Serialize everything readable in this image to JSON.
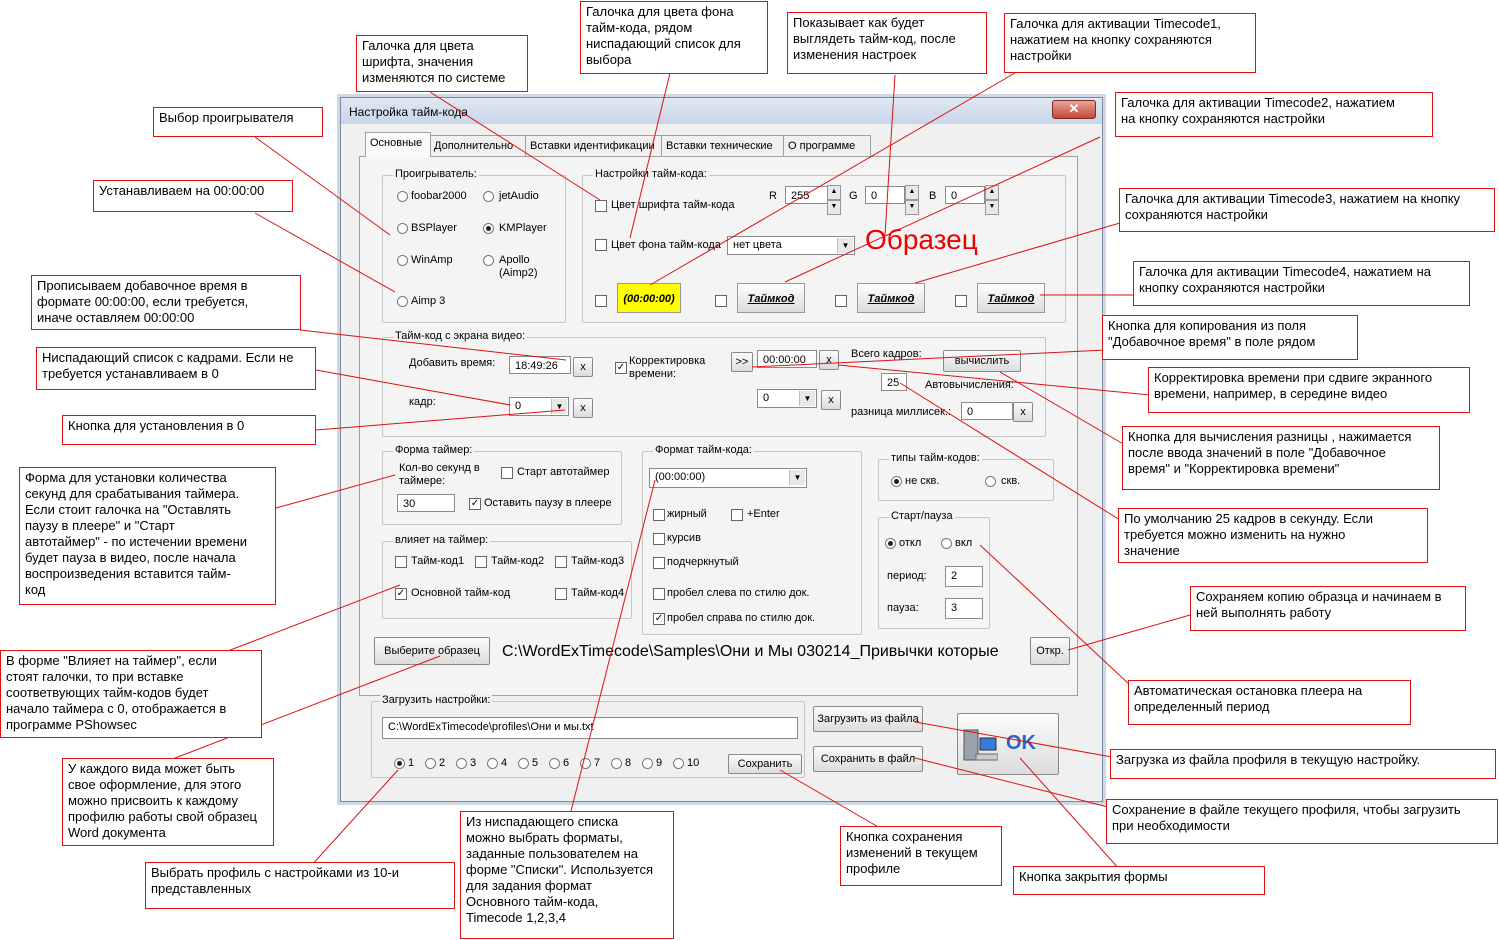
{
  "window": {
    "title": "Настройка тайм-кода",
    "close_label": "✕"
  },
  "tabs": [
    "Основные",
    "Дополнительно",
    "Вставки идентификации",
    "Вставки технические",
    "О программе"
  ],
  "player": {
    "group_label": "Проигрыватель:",
    "options": [
      "foobar2000",
      "jetAudio",
      "BSPlayer",
      "KMPlayer",
      "WinAmp",
      "Apollo\n(Aimp2)",
      "Aimp 3"
    ],
    "selected": "KMPlayer"
  },
  "timecode_settings": {
    "group_label": "Настройки тайм-кода:",
    "font_color_label": "Цвет шрифта тайм-кода",
    "bg_color_label": "Цвет фона тайм-кода",
    "bg_color_value": "нет цвета",
    "r_label": "R",
    "r_value": "255",
    "g_label": "G",
    "g_value": "0",
    "b_label": "B",
    "b_value": "0",
    "sample_label": "Образец",
    "tc_buttons": [
      "(00:00:00)",
      "Таймкод",
      "Таймкод",
      "Таймкод"
    ]
  },
  "screen_timecode": {
    "group_label": "Тайм-код с экрана видео:",
    "add_time_label": "Добавить время:",
    "add_time_value": "18:49:26",
    "frame_label": "кадр:",
    "frame_value": "0",
    "correction_label": "Корректировка\nвремени:",
    "copy_button": ">>",
    "correction_value": "00:00:00",
    "total_frames_label": "Всего кадров:",
    "total_frames_value": "25",
    "calc_button": "вычислить",
    "auto_calc_label": "Автовычисления:",
    "diff_ms_label": "разница миллисек.:",
    "diff_ms_value": "0",
    "combo2_value": "0",
    "clear_label": "x"
  },
  "timer_form": {
    "group_label": "Форма таймер:",
    "seconds_label": "Кол-во секунд в\nтаймере:",
    "seconds_value": "30",
    "autostart_label": "Старт автотаймер",
    "keep_pause_label": "Оставить паузу в плеере"
  },
  "affects_timer": {
    "group_label": "влияет на таймер:",
    "items": [
      "Тайм-код1",
      "Тайм-код2",
      "Тайм-код3",
      "Основной тайм-код",
      "Тайм-код4"
    ]
  },
  "format": {
    "group_label": "Формат тайм-кода:",
    "value": "(00:00:00)",
    "bold": "жирный",
    "enter": "+Enter",
    "italic": "курсив",
    "underline": "подчеркнутый",
    "space_left": "пробел слева по стилю док.",
    "space_right": "пробел справа по стилю док."
  },
  "types": {
    "group_label": "типы тайм-кодов:",
    "not_cont": "не скв.",
    "cont": "скв."
  },
  "startpause": {
    "group_label": "Старт/пауза",
    "off": "откл",
    "on": "вкл",
    "period_label": "период:",
    "period_value": "2",
    "pause_label": "пауза:",
    "pause_value": "3"
  },
  "sample": {
    "button": "Выберите образец",
    "path": "C:\\WordExTimecode\\Samples\\Они и Мы 030214_Привычки которые",
    "open_button": "Откр."
  },
  "load": {
    "group_label": "Загрузить настройки:",
    "path": "C:\\WordExTimecode\\profiles\\Они и мы.txt",
    "profiles": [
      "1",
      "2",
      "3",
      "4",
      "5",
      "6",
      "7",
      "8",
      "9",
      "10"
    ],
    "save_button": "Сохранить",
    "load_file_button": "Загрузить из файла",
    "save_file_button": "Сохранить в файл",
    "ok_label": "OK"
  },
  "annotations": {
    "a1": "Галочка для цвета\nшрифта, значения\nизменяются по системе",
    "a2": "Галочка для цвета фона\nтайм-кода, рядом\nниспадающий список для\nвыбора",
    "a3": "Показывает как будет\nвыглядеть тайм-код, после\nизменения настроек",
    "a4": "Галочка для активации Timecode1,\nнажатием на кнопку сохраняются\nнастройки",
    "a5": "Галочка для активации Timecode2, нажатием\nна кнопку сохраняются настройки",
    "a6": "Выбор проигрывателя",
    "a7": "Устанавливаем на 00:00:00",
    "a8": "Галочка для активации Timecode3, нажатием на кнопку\nсохраняются настройки",
    "a9": "Галочка для активации Timecode4, нажатием на\nкнопку сохраняются настройки",
    "a10": "Прописываем добавочное время в\nформате 00:00:00, если требуется,\nиначе оставляем 00:00:00",
    "a11": "Кнопка для копирования из поля\n\"Добавочное время\" в поле рядом",
    "a12": "Ниспадающий список с кадрами. Если не\nтребуется устанавливаем в 0",
    "a13": "Корректировка времени при сдвиге экранного\nвремени, например, в середине видео",
    "a14": "Кнопка для установления в 0",
    "a15": "Кнопка для вычисления разницы , нажимается\nпосле ввода значений в поле \"Добавочное\nвремя\" и \"Корректировка времени\"",
    "a16": "Форма для установки количества\nсекунд для срабатывания таймера.\nЕсли стоит галочка на \"Оставлять\nпаузу в плеере\" и \"Старт\nавтотаймер\" - по истечении времени\nбудет пауза в видео, после начала\nвоспроизведения вставится тайм-\nкод",
    "a17": "По умолчанию 25 кадров в секунду. Если\nтребуется можно изменить на нужно\nзначение",
    "a18": "Сохраняем копию образца и начинаем в\nней выполнять работу",
    "a19": "В форме \"Влияет на таймер\", если\nстоят галочки, то при вставке\nсоответвующих тайм-кодов будет\nначало таймера с 0, отображается в\nпрограмме PShowsec",
    "a20": "Автоматическая остановка плеера на\nопределенный период",
    "a21": "Загрузка из файла профиля в текущую настройку.",
    "a22": "У каждого вида может быть\nсвое оформление, для этого\nможно присвоить к каждому\nпрофилю работы свой образец\nWord документа",
    "a23": "Сохранение в файле текущего профиля, чтобы загрузить\nпри необходимости",
    "a24": "Из ниспадающего списка\nможно выбрать форматы,\nзаданные пользователем на\nформе \"Списки\". Используется\nдля задания формат\nОсновного тайм-кода,\nTimecode 1,2,3,4",
    "a25": "Кнопка сохранения\nизменений в текущем\nпрофиле",
    "a26": "Выбрать профиль с настройками из 10-и\nпредставленных",
    "a27": "Кнопка закрытия формы"
  },
  "colors": {
    "annotation_border": "#dd1111",
    "sample_text": "#ee0000",
    "tc1_bg": "#ffff00"
  }
}
